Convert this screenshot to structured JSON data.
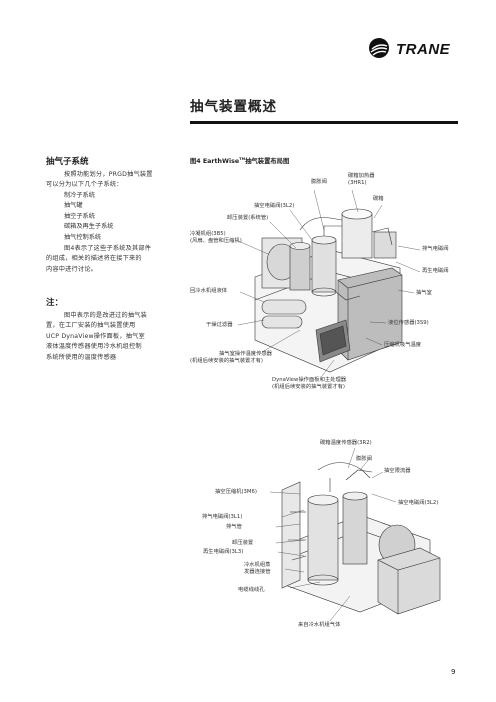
{
  "header": {
    "brand": "TRANE"
  },
  "page_title": "抽气装置概述",
  "sidebar": {
    "section1": {
      "title": "抽气子系统",
      "intro": [
        "按照功能划分，PRGD抽气装置",
        "可以分为以下几个子系统："
      ],
      "items": [
        "制冷子系统",
        "抽气罐",
        "抽空子系统",
        "碳箱及再生子系统",
        "抽气控制系统"
      ],
      "para2": [
        "图4表示了这些子系统及其部件",
        "的组成，相关的描述将在接下来的",
        "内容中进行讨论。"
      ]
    },
    "note": {
      "title": "注：",
      "lines": [
        "图中表示的是改进过的抽气装",
        "置，在工厂安装的抽气装置使用",
        "UCP DynaView操作面板，抽气室",
        "液体温度传感器使用冷水机组控制",
        "系统所使用的温度传感器"
      ]
    }
  },
  "figure": {
    "title_prefix": "图4  EarthWise",
    "title_tm": "TM",
    "title_suffix": "抽气装置布局图"
  },
  "diagram1_labels": {
    "expansion_valve": "膨胀阀",
    "carbon_heater": "碳箱加热器",
    "carbon_heater_code": "(3HR1)",
    "pumpout_solenoid": "抽空电磁阀(3L2)",
    "carbon_tank": "碳箱",
    "unloader": "卸压装置(系统管)",
    "condensing_unit": "冷凝机组(3B5)",
    "condensing_unit_sub": "(风扇、盘管和压缩机)",
    "exhaust_solenoid": "排气电磁阀",
    "regen_solenoid": "再生电磁阀",
    "return_liquid": "回冷水机组液体",
    "purge_tank": "抽气室",
    "filter_drier": "干燥过滤器",
    "level_sensor": "液位传感器(3S9)",
    "suction_temp": "压缩机吸气温度",
    "purge_liquid_temp": "抽气室操作温度传感器",
    "purge_liquid_temp_sub": "(机组后续安装的抽气装置才有)",
    "dynaview": "DynaView操作面板和主处理器",
    "dynaview_sub": "(机组后续安装的抽气装置才有)"
  },
  "diagram2_labels": {
    "carbon_temp": "碳箱温度传感器(3R2)",
    "expansion_valve": "膨胀阀",
    "pumpout_limiter": "抽空限流器",
    "pumpout_compressor": "抽空压缩机(3M6)",
    "pumpout_solenoid": "抽空电磁阀(3L2)",
    "exhaust_solenoid": "排气电磁阀(3L1)",
    "exhaust_pipe": "排气管",
    "unloader": "卸压装置",
    "regen_solenoid": "再生电磁阀(3L3)",
    "chiller_connection_1": "冷水机组蒸",
    "chiller_connection_2": "发器连接管",
    "cable_hole": "电缆线线孔",
    "chiller_gas": "来自冷水机组气体"
  },
  "page_number": "9"
}
